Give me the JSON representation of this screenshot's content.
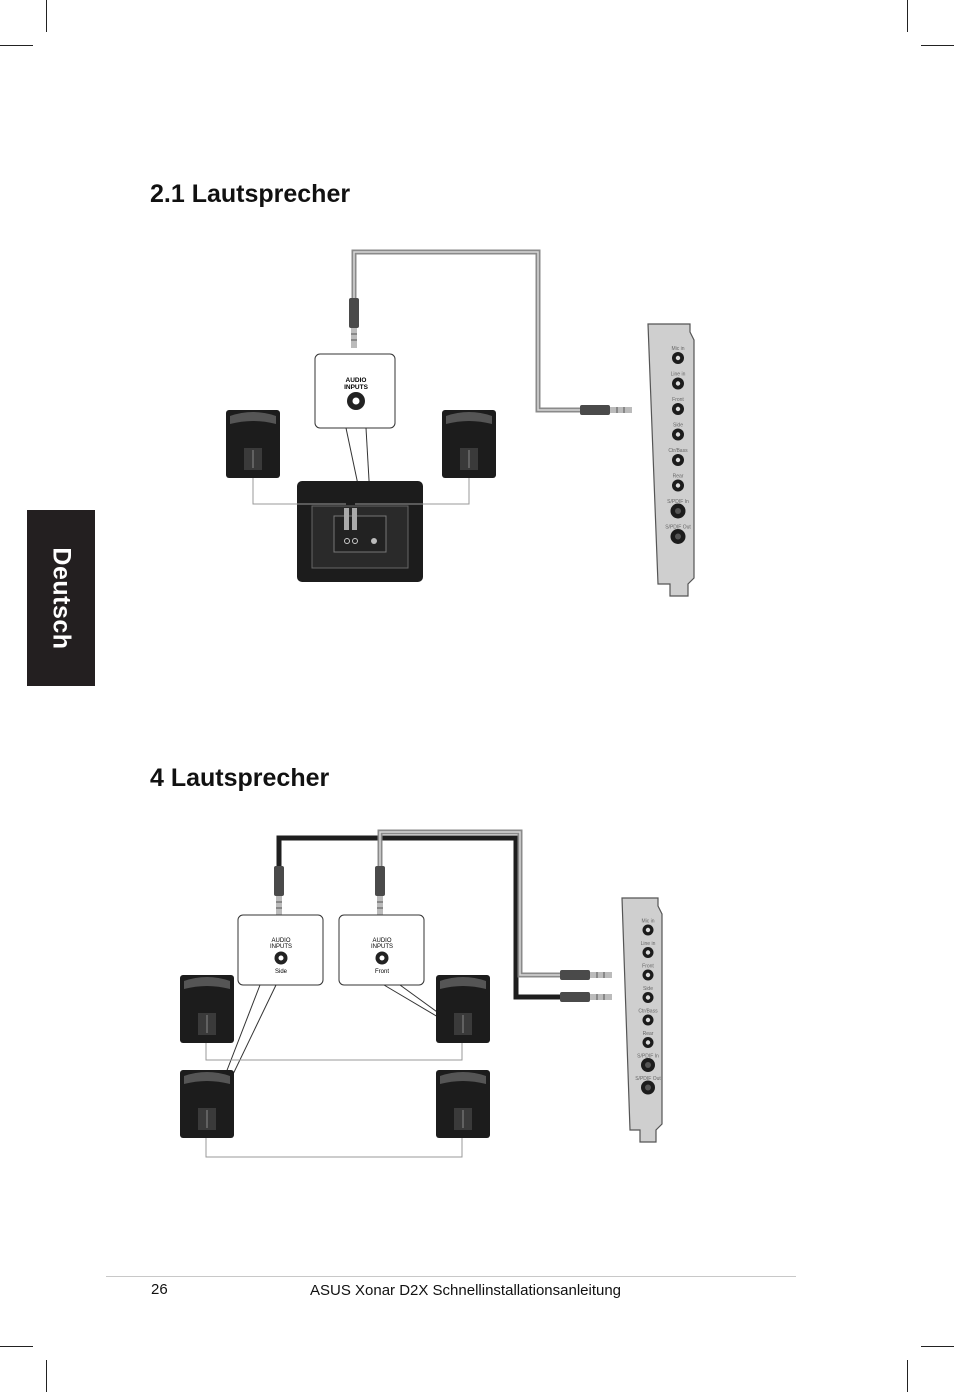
{
  "side_tab": {
    "label": "Deutsch"
  },
  "section1": {
    "title": "2.1 Lautsprecher",
    "audio_inputs_label_line1": "AUDIO",
    "audio_inputs_label_line2": "INPUTS"
  },
  "section2": {
    "title": "4 Lautsprecher",
    "left_box": {
      "line1": "AUDIO",
      "line2": "INPUTS",
      "sub": "Side"
    },
    "right_box": {
      "line1": "AUDIO",
      "line2": "INPUTS",
      "sub": "Front"
    }
  },
  "card_ports": [
    "Mic in",
    "Line in",
    "Front",
    "Side",
    "Ctr/Bass",
    "Rear",
    "S/PDIF In",
    "S/PDIF Out"
  ],
  "footer": {
    "page_number": "26",
    "text": "ASUS Xonar D2X Schnellinstallationsanleitung"
  },
  "colors": {
    "tab_bg": "#231f20",
    "cable_gray": "#8a8a8a",
    "cable_dark": "#1e1e1e",
    "card_bg": "#cfcfcf"
  }
}
